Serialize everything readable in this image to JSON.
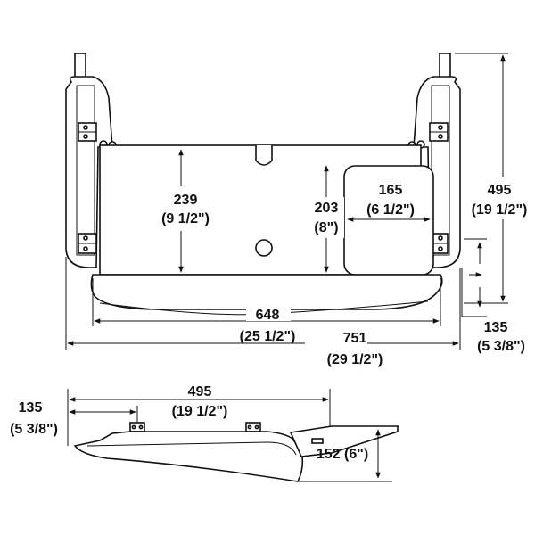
{
  "top_view": {
    "depth_label": "239",
    "depth_label_in": "(9 1/2\")",
    "mouse_depth_label": "203",
    "mouse_depth_label_in": "(8\")",
    "mouse_width_label": "165",
    "mouse_width_label_in": "(6 1/2\")",
    "height_label": "495",
    "height_label_in": "(19 1/2\")",
    "tray_width_label": "648",
    "tray_width_label_in": "(25 1/2\")",
    "overall_width_label": "751",
    "overall_width_label_in": "(29 1/2\")",
    "offset_label": "135",
    "offset_label_in": "(5 3/8\")"
  },
  "side_view": {
    "offset_label": "135",
    "offset_label_in": "(5 3/8\")",
    "length_label": "495",
    "length_label_in": "(19 1/2\")",
    "height_label": "152 (6\")"
  }
}
